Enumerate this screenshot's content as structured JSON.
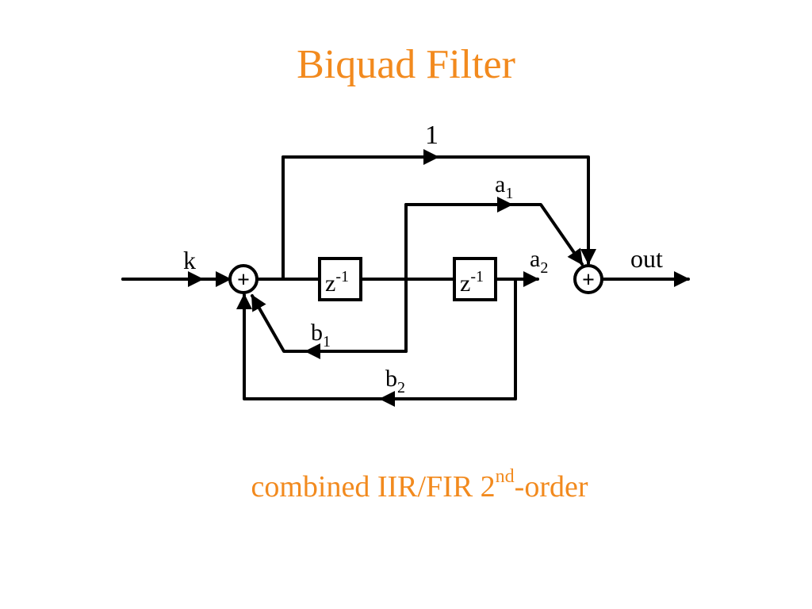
{
  "title": "Biquad Filter",
  "subtitle": {
    "main": "combined IIR/FIR 2",
    "superscript": "nd",
    "suffix": "-order"
  },
  "diagram": {
    "input_label": "k",
    "output_label": "out",
    "adder_symbol": "+",
    "delays": [
      {
        "label": "z",
        "exponent": "-1"
      },
      {
        "label": "z",
        "exponent": "-1"
      }
    ],
    "feedforward": [
      {
        "label": "1",
        "subscript": ""
      },
      {
        "label": "a",
        "subscript": "1"
      },
      {
        "label": "a",
        "subscript": "2"
      }
    ],
    "feedback": [
      {
        "label": "b",
        "subscript": "1"
      },
      {
        "label": "b",
        "subscript": "2"
      }
    ],
    "colors": {
      "accent": "#F28A1E",
      "line": "#000000"
    }
  }
}
